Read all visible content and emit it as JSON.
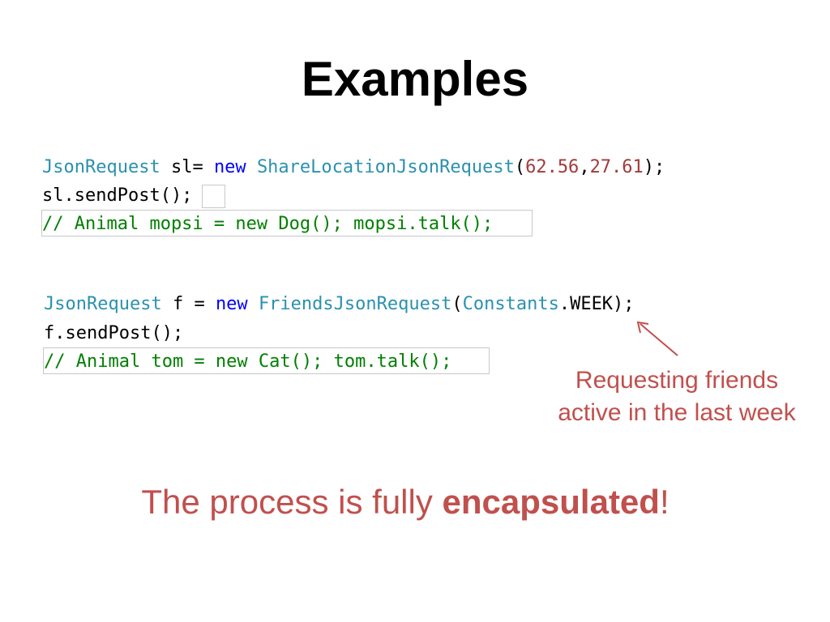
{
  "slide": {
    "title": "Examples"
  },
  "code_block_1": {
    "line1": {
      "type1": "JsonRequest",
      "text1": " sl= ",
      "kw": "new",
      "sp": " ",
      "type2": "ShareLocationJsonRequest",
      "paren": "(",
      "num1": "62.56",
      "comma": ",",
      "num2": "27.61",
      "end": ");"
    },
    "line2": "sl.sendPost();",
    "line3": "// Animal mopsi = new Dog(); mopsi.talk();"
  },
  "code_block_2": {
    "line1": {
      "type1": "JsonRequest",
      "text1": " f = ",
      "kw": "new",
      "sp": " ",
      "type2": "FriendsJsonRequest",
      "paren": "(",
      "type3": "Constants",
      "end": ".WEEK);"
    },
    "line2": "f.sendPost();",
    "line3": "// Animal tom = new Cat(); tom.talk();"
  },
  "annotation": {
    "line1": "Requesting friends",
    "line2": "active in the last week"
  },
  "summary": {
    "prefix": "The process is fully ",
    "emphasis": "encapsulated",
    "suffix": "!"
  },
  "colors": {
    "type": "#2b91af",
    "keyword": "#0000ff",
    "number": "#a33a3a",
    "comment": "#008000",
    "accent": "#c0504d"
  }
}
